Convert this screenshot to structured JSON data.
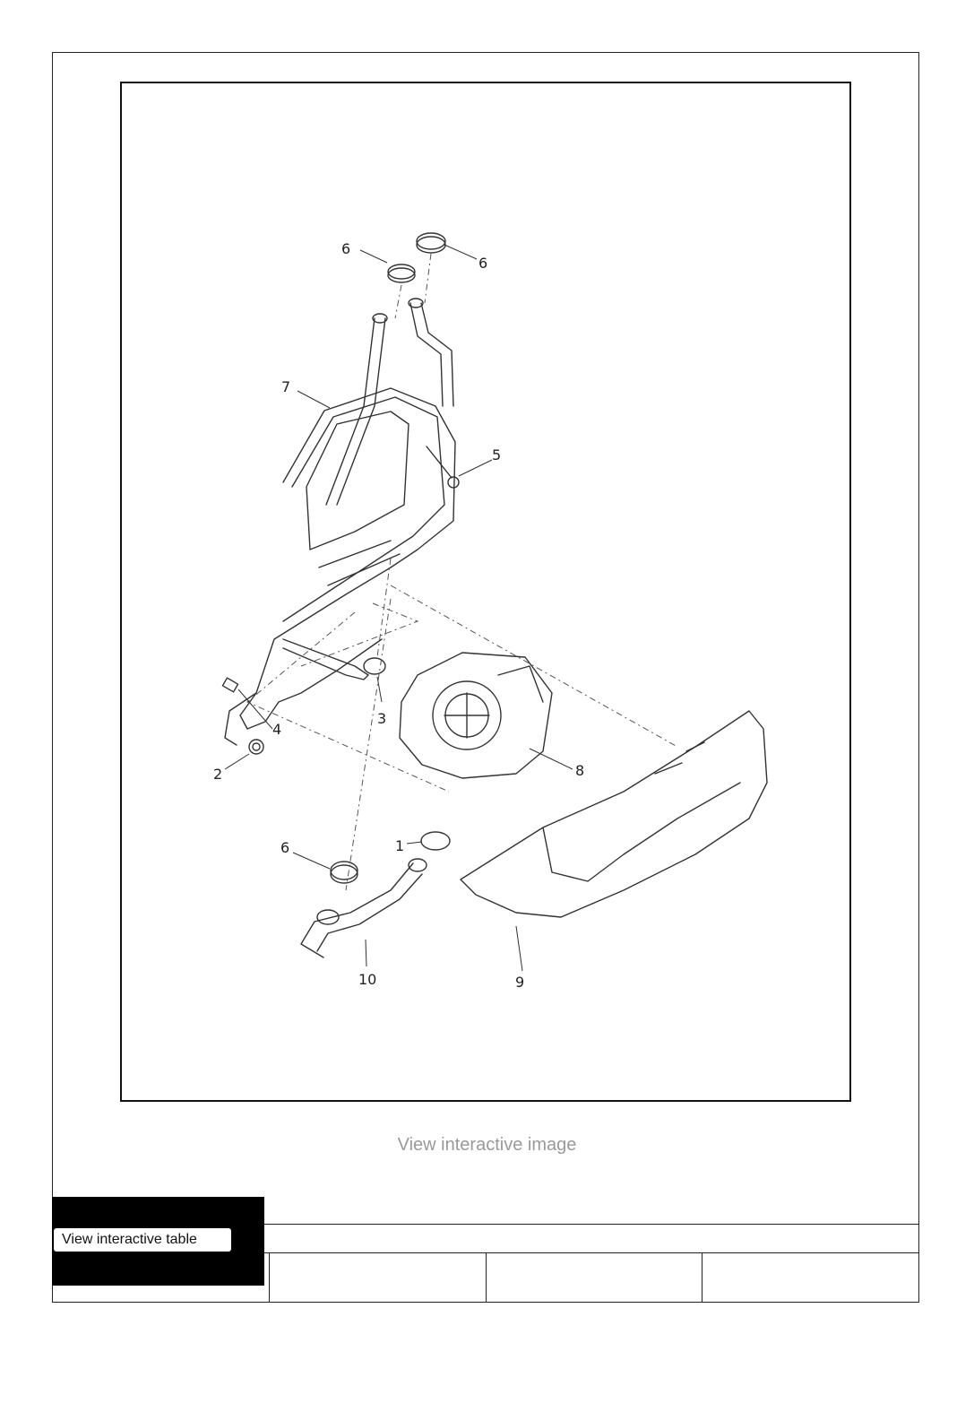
{
  "figure": {
    "callouts": [
      "1",
      "2",
      "3",
      "4",
      "5",
      "6",
      "6",
      "6",
      "7",
      "8",
      "9",
      "10"
    ]
  },
  "links": {
    "interactive_image": "View interactive image",
    "interactive_table": "View interactive table"
  },
  "table": {
    "columns": [
      "",
      "",
      "",
      ""
    ]
  }
}
